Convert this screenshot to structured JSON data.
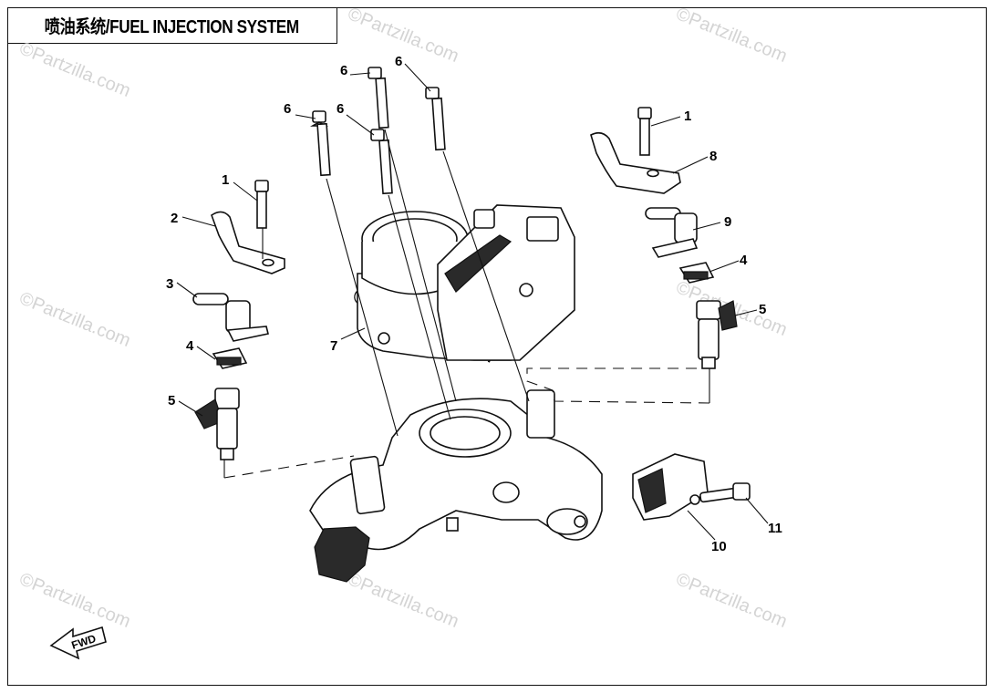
{
  "title": "喷油系统/FUEL INJECTION SYSTEM",
  "watermark": "©Partzilla.com",
  "fwd_label": "FWD",
  "callouts": {
    "c1a": "1",
    "c1b": "1",
    "c2": "2",
    "c3": "3",
    "c4a": "4",
    "c4b": "4",
    "c5a": "5",
    "c5b": "5",
    "c6a": "6",
    "c6b": "6",
    "c6c": "6",
    "c6d": "6",
    "c7": "7",
    "c8": "8",
    "c9": "9",
    "c10": "10",
    "c11": "11"
  }
}
